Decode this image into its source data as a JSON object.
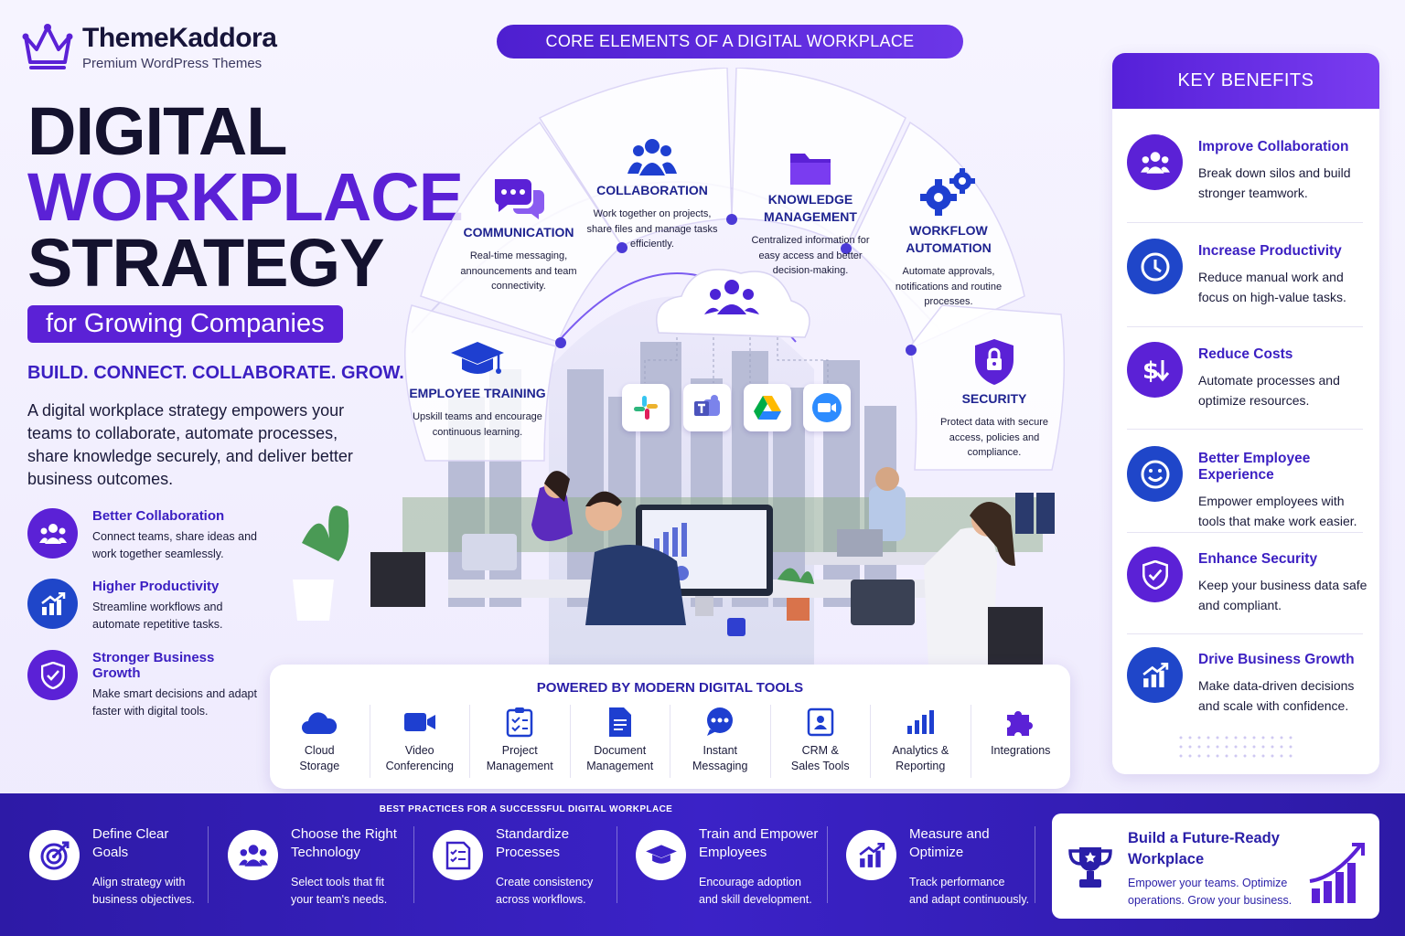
{
  "brand": {
    "name": "ThemeKaddora",
    "tagline": "Premium WordPress Themes"
  },
  "hero": {
    "line1": "DIGITAL",
    "line2": "WORKPLACE",
    "line3": "STRATEGY",
    "subtitle": "for Growing Companies",
    "tagline": "BUILD. CONNECT. COLLABORATE. GROW.",
    "intro": "A digital workplace strategy empowers your teams to collaborate, automate processes, share knowledge securely, and deliver better business outcomes."
  },
  "features": [
    {
      "title": "Better Collaboration",
      "desc": "Connect teams, share ideas and work together seamlessly.",
      "icon": "team-icon"
    },
    {
      "title": "Higher Productivity",
      "desc": "Streamline workflows and automate repetitive tasks.",
      "icon": "chart-up-icon"
    },
    {
      "title": "Stronger Business Growth",
      "desc": "Make smart decisions and adapt faster with digital tools.",
      "icon": "shield-check-icon"
    }
  ],
  "core": {
    "title": "CORE ELEMENTS OF A DIGITAL WORKPLACE",
    "elements": [
      {
        "title": "COLLABORATION",
        "desc": "Work together on projects, share files and manage tasks efficiently.",
        "icon": "team-icon"
      },
      {
        "title": "KNOWLEDGE MANAGEMENT",
        "desc": "Centralized information for easy access and better decision-making.",
        "icon": "folder-icon"
      },
      {
        "title": "COMMUNICATION",
        "desc": "Real-time messaging, announcements and team connectivity.",
        "icon": "chat-icon"
      },
      {
        "title": "WORKFLOW AUTOMATION",
        "desc": "Automate approvals, notifications and routine processes.",
        "icon": "gears-icon"
      },
      {
        "title": "EMPLOYEE TRAINING",
        "desc": "Upskill teams and encourage continuous learning.",
        "icon": "graduation-cap-icon"
      },
      {
        "title": "SECURITY",
        "desc": "Protect data with secure access, policies and compliance.",
        "icon": "lock-shield-icon"
      }
    ]
  },
  "powered": {
    "title": "POWERED BY MODERN DIGITAL TOOLS",
    "tools": [
      {
        "l1": "Cloud",
        "l2": "Storage",
        "icon": "cloud-icon"
      },
      {
        "l1": "Video",
        "l2": "Conferencing",
        "icon": "video-icon"
      },
      {
        "l1": "Project",
        "l2": "Management",
        "icon": "clipboard-icon"
      },
      {
        "l1": "Document",
        "l2": "Management",
        "icon": "document-icon"
      },
      {
        "l1": "Instant",
        "l2": "Messaging",
        "icon": "message-icon"
      },
      {
        "l1": "CRM &",
        "l2": "Sales Tools",
        "icon": "crm-icon"
      },
      {
        "l1": "Analytics &",
        "l2": "Reporting",
        "icon": "bar-chart-icon"
      },
      {
        "l1": "Integrations",
        "l2": "",
        "icon": "puzzle-icon"
      }
    ]
  },
  "benefits": {
    "title": "KEY BENEFITS",
    "items": [
      {
        "title": "Improve Collaboration",
        "desc": "Break down silos and build stronger teamwork.",
        "icon": "team-icon"
      },
      {
        "title": "Increase Productivity",
        "desc": "Reduce manual work and focus on high-value tasks.",
        "icon": "clock-icon"
      },
      {
        "title": "Reduce Costs",
        "desc": "Automate processes and optimize resources.",
        "icon": "dollar-down-icon"
      },
      {
        "title": "Better Employee Experience",
        "desc": "Empower employees with tools that make work easier.",
        "icon": "smile-icon"
      },
      {
        "title": "Enhance Security",
        "desc": "Keep your business data safe and compliant.",
        "icon": "shield-check-icon"
      },
      {
        "title": "Drive Business Growth",
        "desc": "Make data-driven decisions and scale with confidence.",
        "icon": "chart-up-icon"
      }
    ]
  },
  "practices": {
    "title": "BEST PRACTICES FOR A SUCCESSFUL DIGITAL WORKPLACE",
    "items": [
      {
        "l1": "Define Clear",
        "l2": "Goals",
        "d1": "Align strategy with",
        "d2": "business objectives.",
        "icon": "target-icon"
      },
      {
        "l1": "Choose the Right",
        "l2": "Technology",
        "d1": "Select tools that fit",
        "d2": "your team's needs.",
        "icon": "team-icon"
      },
      {
        "l1": "Standardize",
        "l2": "Processes",
        "d1": "Create consistency",
        "d2": "across workflows.",
        "icon": "checklist-icon"
      },
      {
        "l1": "Train and Empower",
        "l2": "Employees",
        "d1": "Encourage adoption",
        "d2": "and skill development.",
        "icon": "graduation-cap-icon"
      },
      {
        "l1": "Measure and",
        "l2": "Optimize",
        "d1": "Track performance",
        "d2": "and adapt continuously.",
        "icon": "chart-up-icon"
      }
    ]
  },
  "future": {
    "title": "Build a Future-Ready Workplace",
    "desc": "Empower your teams. Optimize operations. Grow your business.",
    "icon": "trophy-icon"
  },
  "colors": {
    "primary": "#5b21d6",
    "deep": "#2d1aa6",
    "text": "#14122e"
  }
}
